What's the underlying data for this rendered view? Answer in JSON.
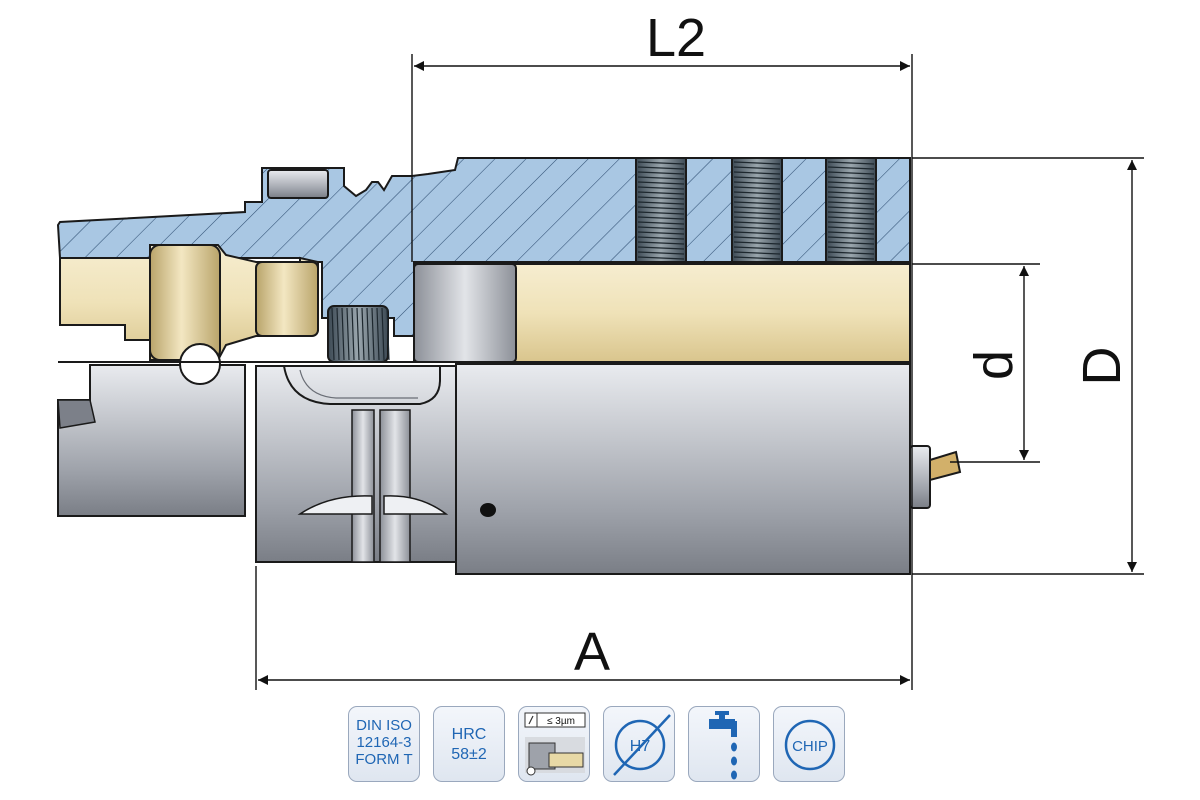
{
  "dimensions": {
    "L2": "L2",
    "A": "A",
    "d": "d",
    "D": "D"
  },
  "icons": {
    "din_iso": [
      "DIN ISO",
      "12164-3",
      "FORM T"
    ],
    "hrc": [
      "HRC",
      "58±2"
    ],
    "runout": "≤ 3µm",
    "h7": "H7",
    "chip": "CHIP"
  },
  "colors": {
    "section_hatch_fill": "#a9c7e3",
    "hatch_line": "#2f4f73",
    "brass": "#eadcb0",
    "steel": "#b9bcc3",
    "icon_blue": "#1f66b4",
    "outline": "#1a1a1a"
  }
}
